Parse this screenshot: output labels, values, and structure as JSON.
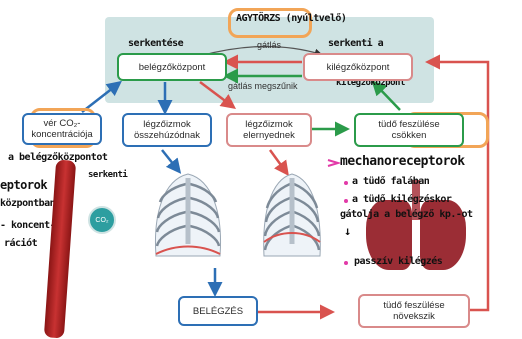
{
  "top_panel": {
    "agytorzs_note": "AGYTÖRZS (nyúltvelő)",
    "gatlas": "gátlás",
    "gatlas_megszunik": "gátlás megszűnik",
    "belegzokozpont": "belégzőközpont",
    "kilegzokozpont": "kilégzőközpont",
    "note_serkentese": "serkentése",
    "note_serkenti_a": "serkenti a",
    "note_kilegzokozpont": "kilégzőközpont"
  },
  "boxes": {
    "ver_co2_line1": "vér CO₂-",
    "ver_co2_line2": "koncentrációja",
    "legzoizmok_ossz_line1": "légzőizmok",
    "legzoizmok_ossz_line2": "összehúzódnak",
    "legzoizmok_ell_line1": "légzőizmok",
    "legzoizmok_ell_line2": "elernyednek",
    "tudo_csokken_line1": "tüdő feszülése",
    "tudo_csokken_line2": "csökken",
    "belegzes": "BELÉGZÉS",
    "tudo_novekszik_line1": "tüdő feszülése",
    "tudo_novekszik_line2": "növekszik"
  },
  "co2_badge": "CO₂",
  "left_notes": {
    "line1": "a belégzőközpontot",
    "line2": "serkenti",
    "line3": "eptorok",
    "line4": "központban",
    "line5": "- koncent-",
    "line6": "rációt"
  },
  "right_notes": {
    "title": "mechanoreceptorok",
    "b1": "a tüdő falában",
    "b2_line1": "a tüdő kilégzéskor",
    "b2_line2": "gátolja a belégző kp.-ot",
    "arrow": "↓",
    "b3": "passzív kilégzés"
  },
  "colors": {
    "panel": "#cfe3e3",
    "blue": "#2d6fb5",
    "red": "#d9534f",
    "green": "#2b9b4a",
    "orange": "#f2a557",
    "pink": "#e23aa8"
  }
}
